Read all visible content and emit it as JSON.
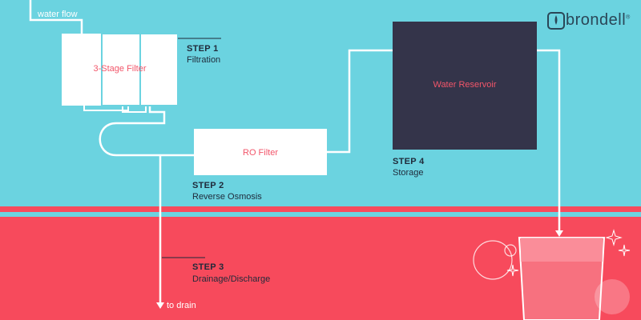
{
  "brand": {
    "name": "brondell",
    "mark": "®",
    "icon": "brondell-logo-icon"
  },
  "flow": {
    "inlet_label": "water flow",
    "drain_label": "to drain"
  },
  "components": {
    "filter": "3-Stage Filter",
    "ro": "RO Filter",
    "reservoir": "Water Reservoir"
  },
  "steps": [
    {
      "title": "STEP 1",
      "desc": "Filtration"
    },
    {
      "title": "STEP 2",
      "desc": "Reverse Osmosis"
    },
    {
      "title": "STEP 3",
      "desc": "Drainage/Discharge"
    },
    {
      "title": "STEP 4",
      "desc": "Storage"
    }
  ],
  "colors": {
    "background_top": "#6bd3e0",
    "background_bottom": "#f74a5c",
    "line": "#ffffff",
    "box_text": "#f2566a",
    "reservoir_fill": "#34344a",
    "step_text": "#1f2a3a",
    "logo": "#2a4657"
  }
}
